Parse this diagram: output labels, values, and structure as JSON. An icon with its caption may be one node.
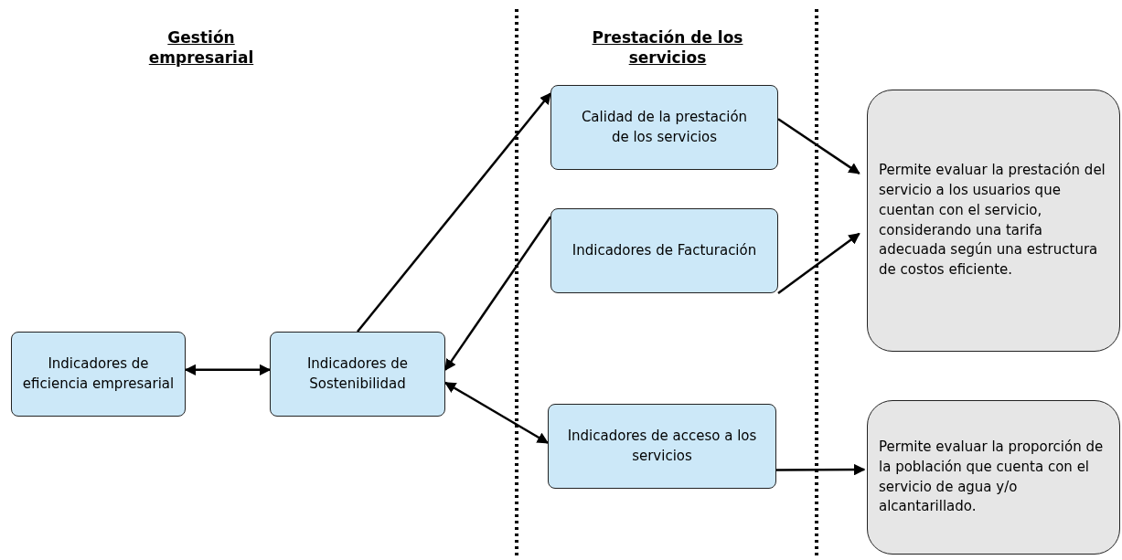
{
  "diagram": {
    "nodes": [
      {
        "text": [
          "Indicadores de eficiencia empresarial"
        ]
      },
      {
        "text": [
          "Indicadores de Sostenibilidad"
        ]
      },
      {
        "text": [
          "Calidad de la prestación de los servicios"
        ]
      },
      {
        "text": [
          "Indicadores de Facturación"
        ]
      },
      {
        "text": [
          "Indicadores de acceso a los servicios"
        ]
      },
      {
        "text": [
          "Permite evaluar la prestación del servicio a los usuarios que cuentan con el servicio, considerando una tarifa adecuada según una estructura de costos eficiente."
        ]
      },
      {
        "text": [
          "Permite evaluar la proporción de la población que cuenta con el servicio de agua y/o alcantarillado."
        ]
      }
    ],
    "edges": [
      {
        "from": 0,
        "to": 1,
        "arrow": "both"
      },
      {
        "from": 1,
        "to": 2,
        "arrow": "to"
      },
      {
        "from": 3,
        "to": 1,
        "arrow": "to"
      },
      {
        "from": 1,
        "to": 4,
        "arrow": "both"
      },
      {
        "from": 2,
        "to": 5,
        "arrow": "to"
      },
      {
        "from": 3,
        "to": 5,
        "arrow": "to"
      },
      {
        "from": 4,
        "to": 6,
        "arrow": "to"
      }
    ],
    "labels": [
      "Gestión empresarial",
      "Prestación de los servicios"
    ]
  }
}
